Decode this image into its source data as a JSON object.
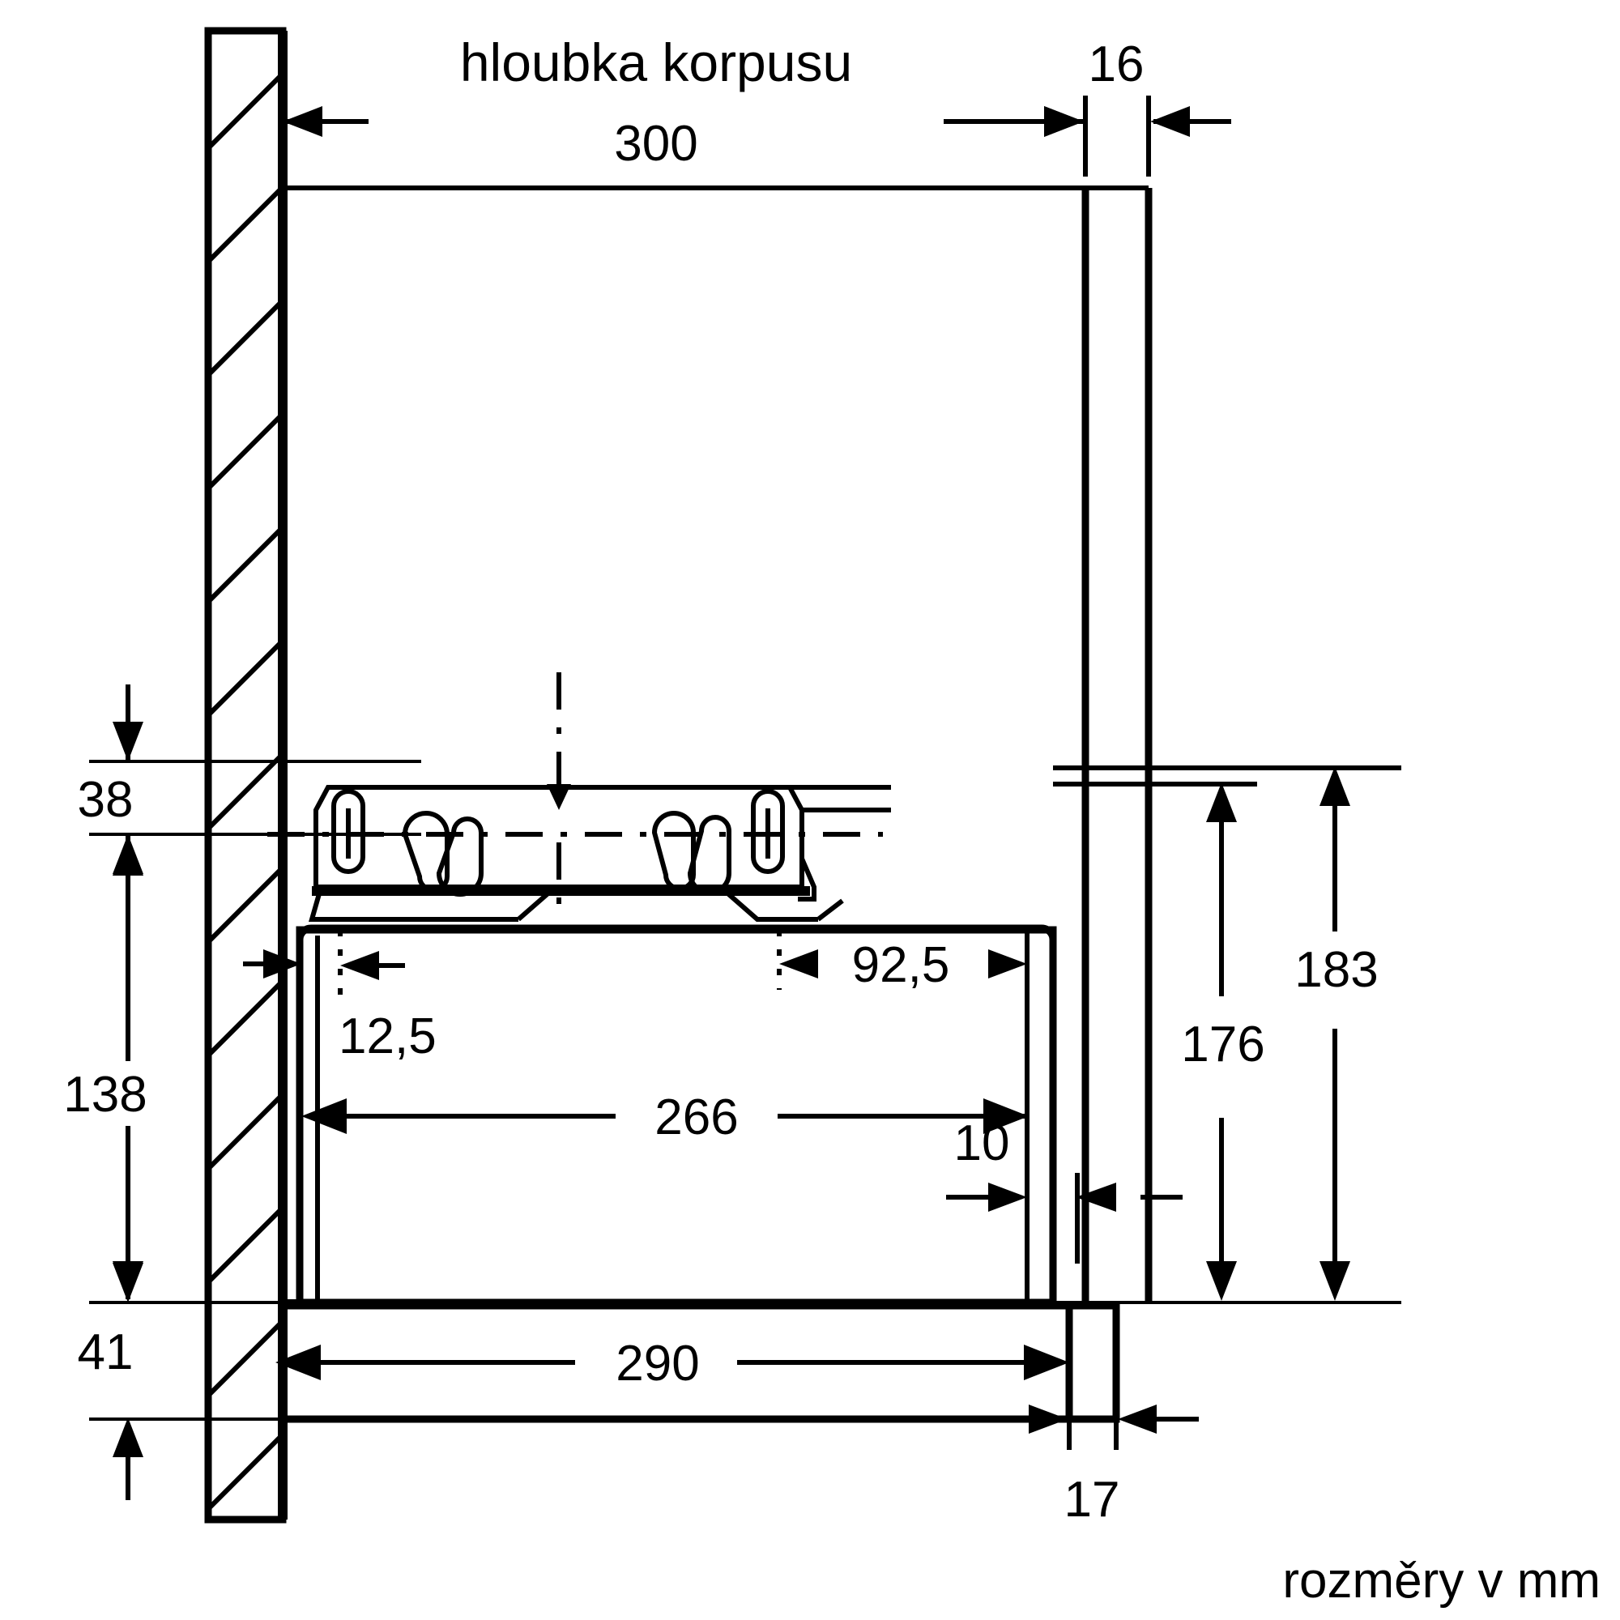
{
  "drawing": {
    "type": "technical-dimension-drawing",
    "subject": "telescopic-cooker-hood-side-section",
    "units_note": "rozměry v mm",
    "title_label": "hloubka korpusu",
    "title_value": "300",
    "line_color": "#000000",
    "background_color": "#ffffff"
  },
  "dimensions": {
    "cabinet_depth_label": "hloubka korpusu",
    "cabinet_depth_value": "300",
    "top_right_gap": "16",
    "wall_to_bracket_top": "38",
    "wall_body_height": "138",
    "bottom_offset": "41",
    "front_left_inset": "12,5",
    "front_right_inset": "92,5",
    "body_width": "266",
    "front_panel_thickness": "10",
    "right_height_inner": "176",
    "right_height_outer": "183",
    "slide_out_depth": "290",
    "front_panel_depth": "17"
  },
  "labels": [
    {
      "id": "hloubka-korpusu",
      "text": "hloubka korpusu"
    },
    {
      "id": "d300",
      "text": "300"
    },
    {
      "id": "d16",
      "text": "16"
    },
    {
      "id": "d38",
      "text": "38"
    },
    {
      "id": "d138",
      "text": "138"
    },
    {
      "id": "d41",
      "text": "41"
    },
    {
      "id": "d125",
      "text": "12,5"
    },
    {
      "id": "d925",
      "text": "92,5"
    },
    {
      "id": "d266",
      "text": "266"
    },
    {
      "id": "d10",
      "text": "10"
    },
    {
      "id": "d176",
      "text": "176"
    },
    {
      "id": "d183",
      "text": "183"
    },
    {
      "id": "d290",
      "text": "290"
    },
    {
      "id": "d17",
      "text": "17"
    },
    {
      "id": "units",
      "text": "rozměry v mm"
    }
  ],
  "chart_data": {
    "type": "table",
    "title": "hloubka korpusu 300",
    "categories": [
      "hloubka korpusu",
      "16",
      "38",
      "138",
      "41",
      "12,5",
      "92,5",
      "266",
      "10",
      "176",
      "183",
      "290",
      "17"
    ],
    "values": [
      300,
      16,
      38,
      138,
      41,
      12.5,
      92.5,
      266,
      10,
      176,
      183,
      290,
      17
    ],
    "xlabel": "",
    "ylabel": "mm",
    "annotations": [
      "rozměry v mm"
    ]
  }
}
